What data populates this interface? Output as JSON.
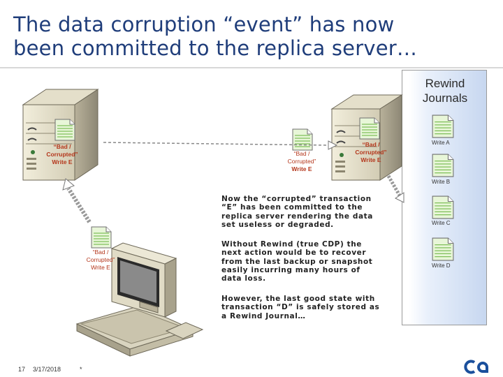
{
  "slide": {
    "title_line1": "The data corruption “event” has now",
    "title_line2": "been committed to the replica server…"
  },
  "servers": {
    "left_label": [
      "“Bad /",
      "Corrupted”",
      "Write E"
    ],
    "right_label": [
      "“Bad /",
      "Corrupted”",
      "Write E"
    ]
  },
  "documents": {
    "transit_caption": [
      "“Bad /",
      "Corrupted”",
      "Write E"
    ],
    "client_caption": [
      "“Bad /",
      "Corrupted”",
      "Write E"
    ]
  },
  "journals": {
    "title_line1": "Rewind",
    "title_line2": "Journals",
    "items": [
      "Write A",
      "Write B",
      "Write C",
      "Write D"
    ]
  },
  "body": {
    "para1": [
      "Now the “corrupted” transaction",
      "“E” has been committed to the",
      "replica server rendering the data",
      "set useless or degraded."
    ],
    "para2": [
      "Without Rewind (true CDP) the",
      "next action would be to recover",
      "from the last backup or snapshot",
      "easily incurring many hours of",
      "data loss."
    ],
    "para3": [
      "However, the last good state with",
      "transaction “D” is safely stored as",
      "a Rewind Journal…"
    ]
  },
  "footer": {
    "page_number": "17",
    "date": "3/17/2018",
    "marker": "*",
    "logo_text": "ca"
  },
  "colors": {
    "title": "#1f3d7a",
    "bad_write_text": "#b4361b",
    "doc_fill": "#e8f6d8",
    "doc_lines": "#7fbf5a",
    "logo": "#1a4f9c"
  }
}
